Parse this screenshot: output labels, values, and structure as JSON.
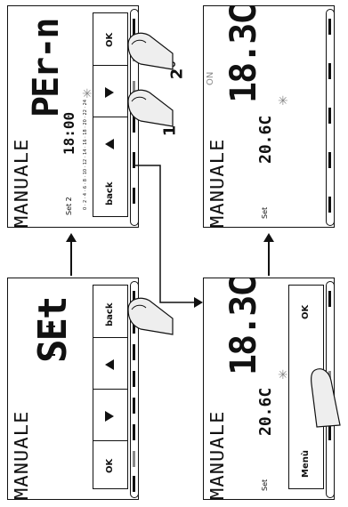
{
  "panels": [
    {
      "mode": "MANUALE",
      "display": "SEt",
      "sub": "",
      "buttons": [
        "back",
        "",
        "",
        "OK"
      ]
    },
    {
      "mode": "MANUALE",
      "display": "PEr-n",
      "sub": "18:00",
      "setpoint": "Set 2",
      "buttons": [
        "back",
        "",
        "",
        "OK"
      ]
    },
    {
      "mode": "MANUALE",
      "display": "18.3C",
      "sub": "20.6C",
      "setpoint": "Set",
      "buttons": [
        "Menù",
        "",
        "",
        "OK"
      ]
    },
    {
      "mode": "MANUALE",
      "display": "18.3C",
      "sub": "20.6C",
      "setpoint": "Set",
      "on_label": "ON",
      "buttons": [
        "",
        "",
        "",
        ""
      ]
    }
  ],
  "scale": [
    "0",
    "2",
    "4",
    "6",
    "8",
    "10",
    "12",
    "14",
    "16",
    "18",
    "20",
    "22",
    "24"
  ],
  "step_labels": {
    "first": "1°",
    "second": "2°"
  },
  "icons": [
    "arrow-up-icon",
    "triangle-up-icon",
    "triangle-down-icon",
    "hand-icon",
    "flame-icon",
    "bell-icon"
  ]
}
